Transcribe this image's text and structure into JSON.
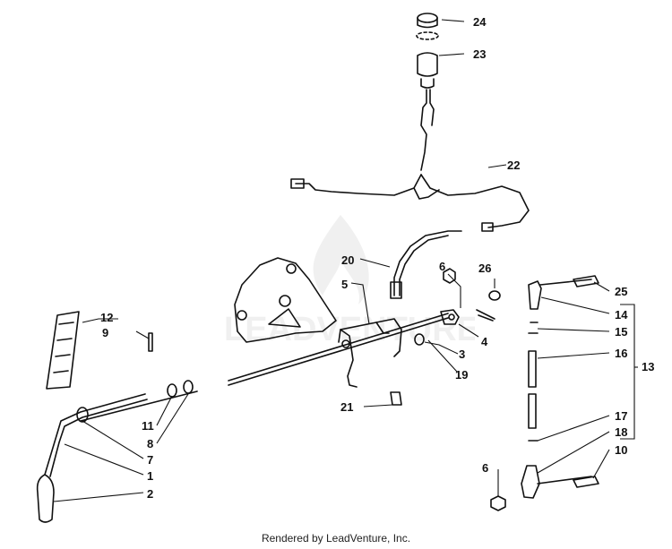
{
  "diagram": {
    "callouts": [
      "1",
      "2",
      "3",
      "4",
      "5",
      "6",
      "6",
      "7",
      "8",
      "9",
      "10",
      "11",
      "12",
      "13",
      "14",
      "15",
      "16",
      "17",
      "18",
      "19",
      "20",
      "21",
      "22",
      "23",
      "24",
      "25",
      "26"
    ],
    "watermark_text": "LEADVENTURE",
    "footer": "Rendered by LeadVenture, Inc."
  }
}
